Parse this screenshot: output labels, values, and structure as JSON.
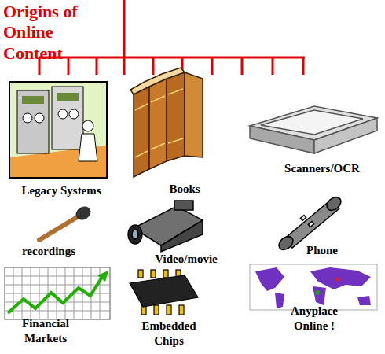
{
  "diagram": {
    "title": "Origins of Online Content",
    "labels": [
      "Legacy Systems",
      "Books",
      "Scanners/OCR",
      "recordings",
      "Video/movie",
      "Phone",
      "Financial Markets",
      "Embedded Chips",
      "Anyplace Online !"
    ]
  }
}
